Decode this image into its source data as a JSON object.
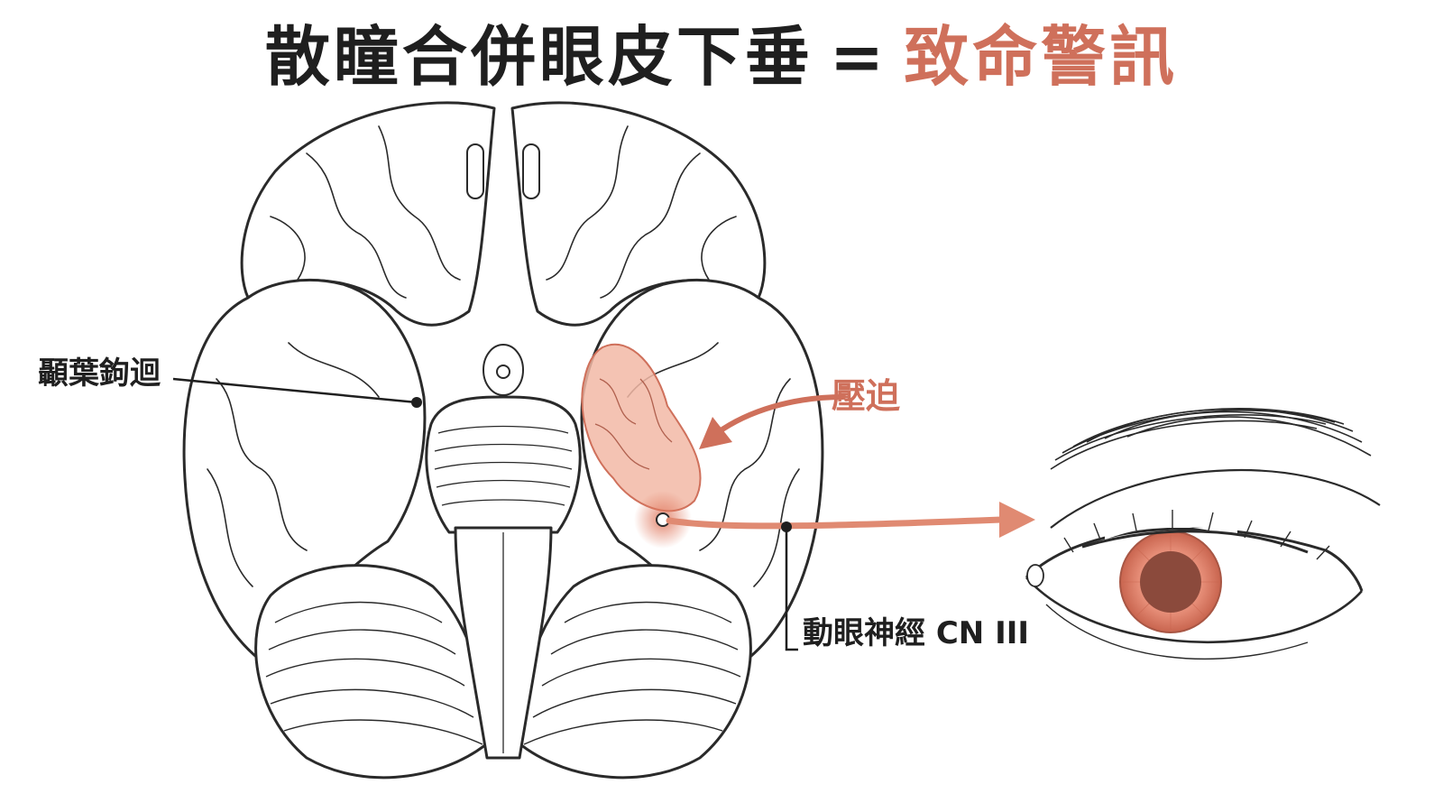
{
  "title": {
    "main": "散瞳合併眼皮下垂",
    "equals": "=",
    "warning": "致命警訊"
  },
  "labels": {
    "uncus": "顳葉鉤迴",
    "compression": "壓迫",
    "nerve": "動眼神經 CN III"
  },
  "colors": {
    "text": "#1f1f1f",
    "accent": "#cf705b",
    "highlight_fill": "#f2b8a6",
    "iris": "#e8907a",
    "pupil": "#8b4a3c",
    "outline": "#2a2a2a"
  }
}
